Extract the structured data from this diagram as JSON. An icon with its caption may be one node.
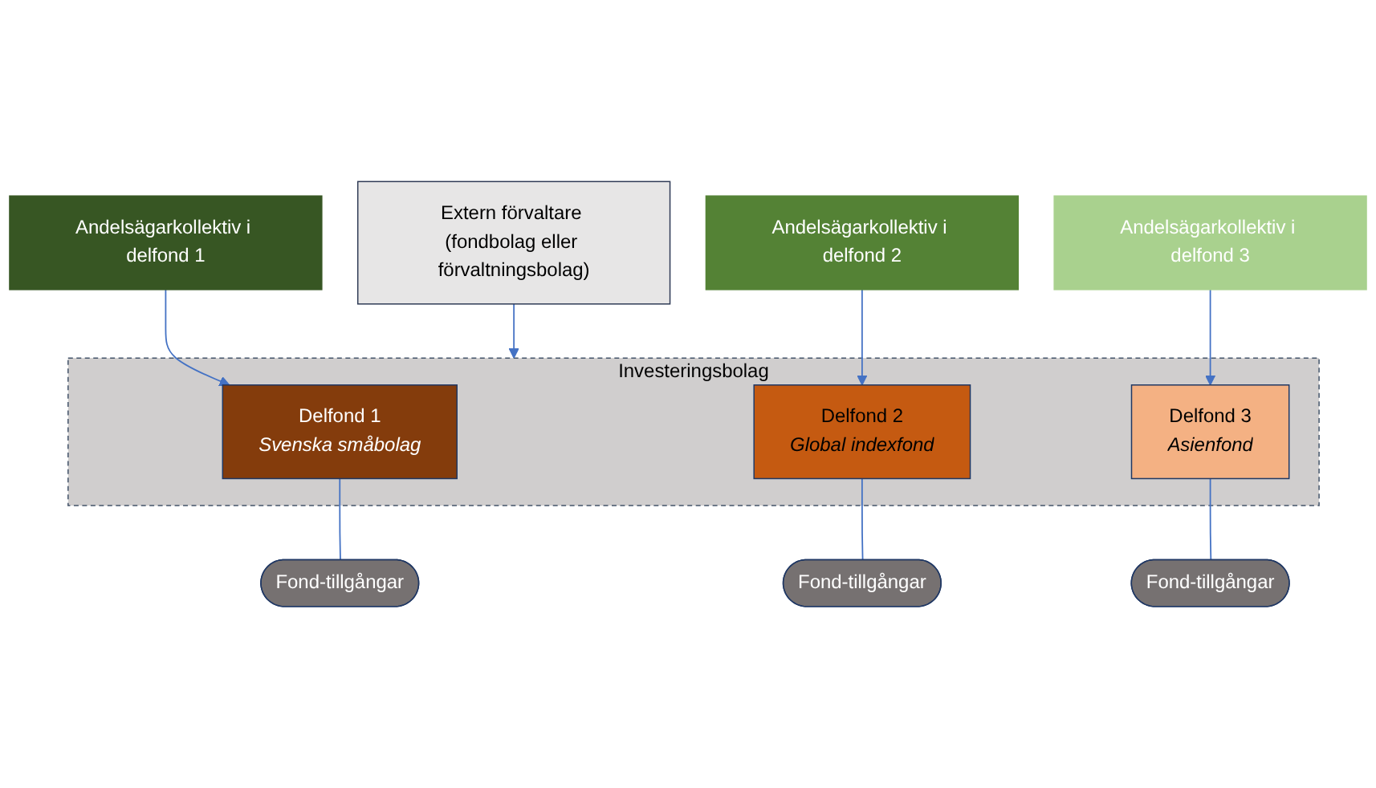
{
  "diagram": {
    "nodes": [
      {
        "text": [
          "Andelsägarkollektiv i delfond 1"
        ]
      },
      {
        "text": [
          "Andelsägarkollektiv i delfond 2"
        ]
      },
      {
        "text": [
          "Andelsägarkollektiv i delfond 3"
        ]
      },
      {
        "text": [
          "Extern förvaltare (fondbolag eller förvaltningsbolag)"
        ]
      },
      {
        "text": [
          "Investeringsbolag"
        ]
      },
      {
        "text": [
          "Delfond 1",
          "*Svenska småbolag*"
        ],
        "in": 4
      },
      {
        "text": [
          "Delfond 2",
          "*Global indexfond*"
        ],
        "in": 4
      },
      {
        "text": [
          "Delfond 3",
          "*Asienfond*"
        ],
        "in": 4
      },
      {
        "text": [
          "Fond-tillgångar"
        ]
      },
      {
        "text": [
          "Fond-tillgångar"
        ]
      },
      {
        "text": [
          "Fond-tillgångar"
        ]
      }
    ],
    "edges": [
      {
        "from": 0,
        "to": 5,
        "arrow": "to"
      },
      {
        "from": 1,
        "to": 6,
        "arrow": "to"
      },
      {
        "from": 2,
        "to": 7,
        "arrow": "to"
      },
      {
        "from": 3,
        "to": 4,
        "arrow": "to"
      },
      {
        "from": 5,
        "to": 8,
        "arrow": "none"
      },
      {
        "from": 6,
        "to": 9,
        "arrow": "none"
      },
      {
        "from": 7,
        "to": 10,
        "arrow": "none"
      }
    ]
  }
}
